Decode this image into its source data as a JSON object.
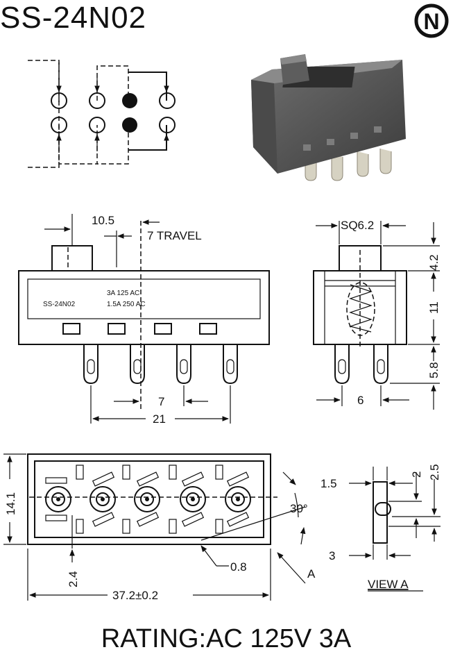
{
  "title": "SS-24N02",
  "logo_letter": "N",
  "front_view": {
    "dim_slider_width": "10.5",
    "dim_travel": "7 TRAVEL",
    "rating_line1": "3A 125 AC",
    "rating_line2": "1.5A 250 AC",
    "model_label": "SS-24N02",
    "dim_pitch": "7",
    "dim_overall": "21"
  },
  "side_view": {
    "dim_slider_square": "SQ6.2",
    "dim_slider_height": "4.2",
    "dim_body_height": "11",
    "dim_pin_length": "5.8",
    "dim_pin_spacing": "6"
  },
  "bottom_view": {
    "dim_height": "14.1",
    "dim_angle": "30°",
    "dim_offset": "2.4",
    "dim_slot": "0.8",
    "dim_length": "37.2±0.2",
    "view_marker": "A"
  },
  "view_a": {
    "dim_pin_width": "1.5",
    "dim_hole": "2",
    "dim_pin_depth": "2.5",
    "dim_tab": "3",
    "label": "VIEW A"
  },
  "rating": "RATING:AC 125V 3A"
}
